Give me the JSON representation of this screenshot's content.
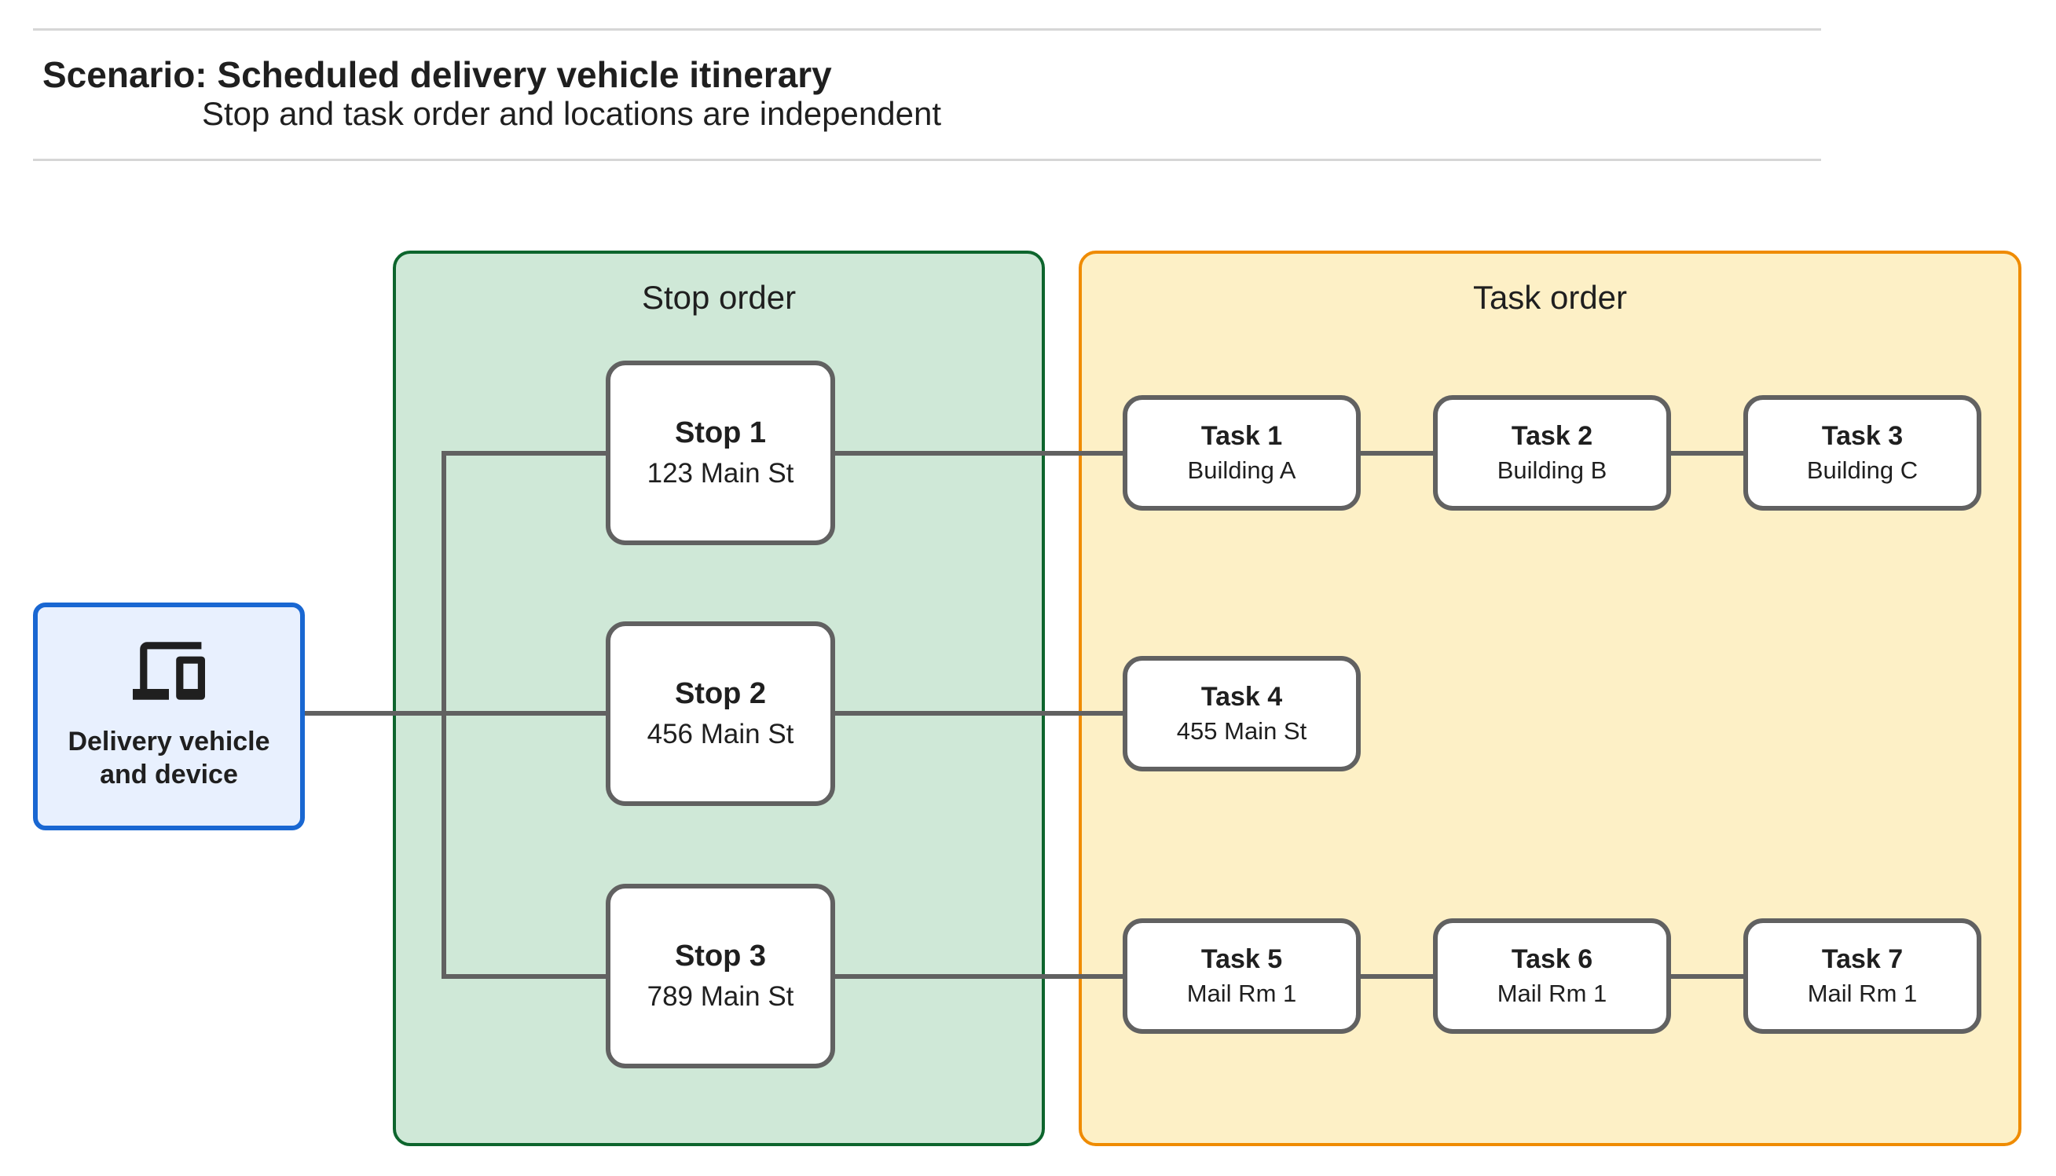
{
  "header": {
    "title": "Scenario: Scheduled delivery vehicle itinerary",
    "subtitle": "Stop and task order and locations are independent"
  },
  "source_node": {
    "label": "Delivery vehicle and device",
    "icon": "devices-icon"
  },
  "panels": {
    "stops": {
      "title": "Stop order"
    },
    "tasks": {
      "title": "Task order"
    }
  },
  "stops": [
    {
      "title": "Stop 1",
      "address": "123 Main St"
    },
    {
      "title": "Stop 2",
      "address": "456 Main St"
    },
    {
      "title": "Stop 3",
      "address": "789 Main St"
    }
  ],
  "tasks": [
    {
      "title": "Task 1",
      "location": "Building A"
    },
    {
      "title": "Task 2",
      "location": "Building B"
    },
    {
      "title": "Task 3",
      "location": "Building C"
    },
    {
      "title": "Task 4",
      "location": "455 Main St"
    },
    {
      "title": "Task 5",
      "location": "Mail Rm 1"
    },
    {
      "title": "Task 6",
      "location": "Mail Rm 1"
    },
    {
      "title": "Task 7",
      "location": "Mail Rm 1"
    }
  ],
  "colors": {
    "stop_panel_fill": "#cfe8d7",
    "stop_panel_border": "#0d652d",
    "task_panel_fill": "#fdf0c6",
    "task_panel_border": "#ef8b00",
    "source_fill": "#e8f0fe",
    "source_border": "#1967d2",
    "connector_gray": "#616161",
    "divider_gray": "#d6d6d6",
    "text": "#1f1f1f"
  }
}
